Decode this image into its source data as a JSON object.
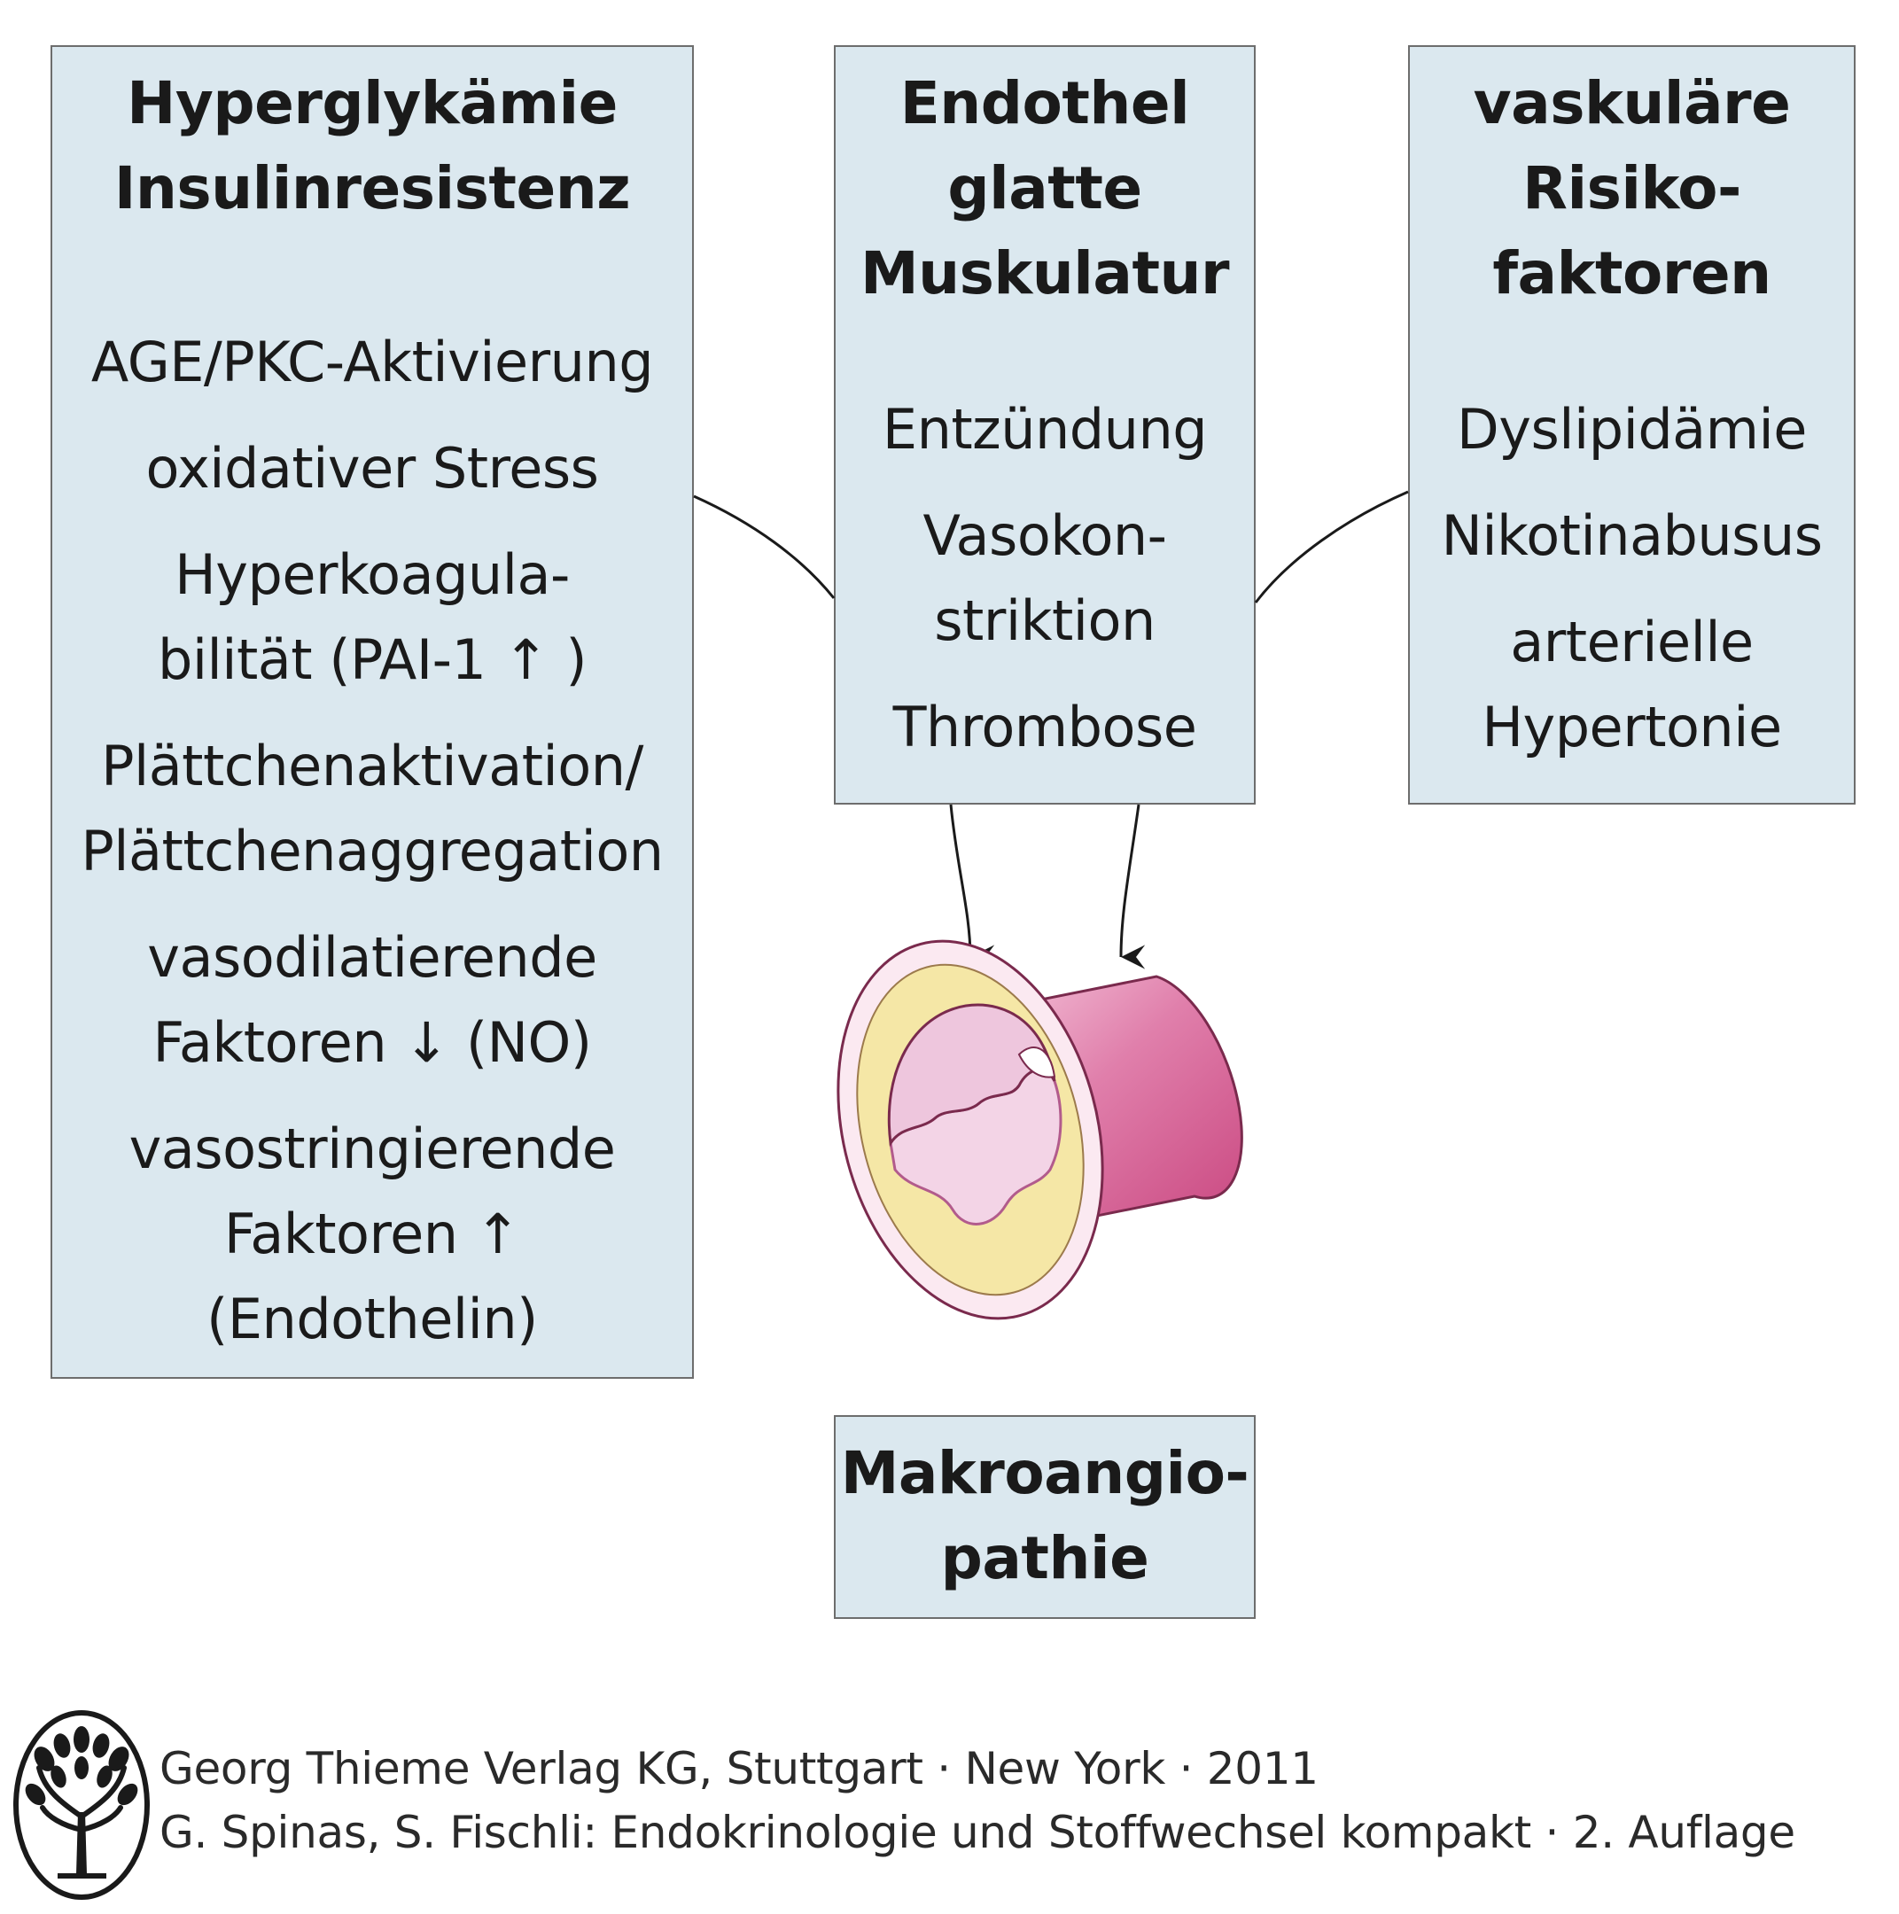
{
  "boxes": {
    "left": {
      "title_lines": [
        "Hyperglykämie",
        "Insulinresistenz"
      ],
      "items": [
        [
          "AGE/PKC-Aktivierung"
        ],
        [
          "oxidativer Stress"
        ],
        [
          "Hyperkoagula-",
          "bilität (PAI-1 ↑ )"
        ],
        [
          "Plättchenaktivation/",
          "Plättchenaggregation"
        ],
        [
          "vasodilatierende",
          "Faktoren ↓ (NO)"
        ],
        [
          "vasostringierende",
          "Faktoren ↑",
          "(Endothelin)"
        ]
      ]
    },
    "middle": {
      "title_lines": [
        "Endothel",
        "glatte",
        "Muskulatur"
      ],
      "items": [
        [
          "Entzündung"
        ],
        [
          "Vasokon-",
          "striktion"
        ],
        [
          "Thrombose"
        ]
      ]
    },
    "right": {
      "title_lines": [
        "vaskuläre",
        "Risiko-",
        "faktoren"
      ],
      "items": [
        [
          "Dyslipidämie"
        ],
        [
          "Nikotinabusus"
        ],
        [
          "arterielle",
          "Hypertonie"
        ]
      ]
    },
    "result": {
      "title_lines": [
        "Makroangio-",
        "pathie"
      ]
    }
  },
  "publisher": {
    "line1": "Georg Thieme Verlag KG, Stuttgart · New York · 2011",
    "line2": "G. Spinas, S. Fischli: Endokrinologie und Stoffwechsel kompakt · 2. Auflage"
  },
  "colors": {
    "box_fill": "#dbe8ef",
    "box_border": "#6d6d6d",
    "vessel_outer": "#d45a8e",
    "vessel_plaque": "#f5e7a6",
    "vessel_lumen": "#eec6dd"
  },
  "icons": {
    "logo": "thieme-tree-logo",
    "vessel": "artery-cross-section-icon"
  }
}
